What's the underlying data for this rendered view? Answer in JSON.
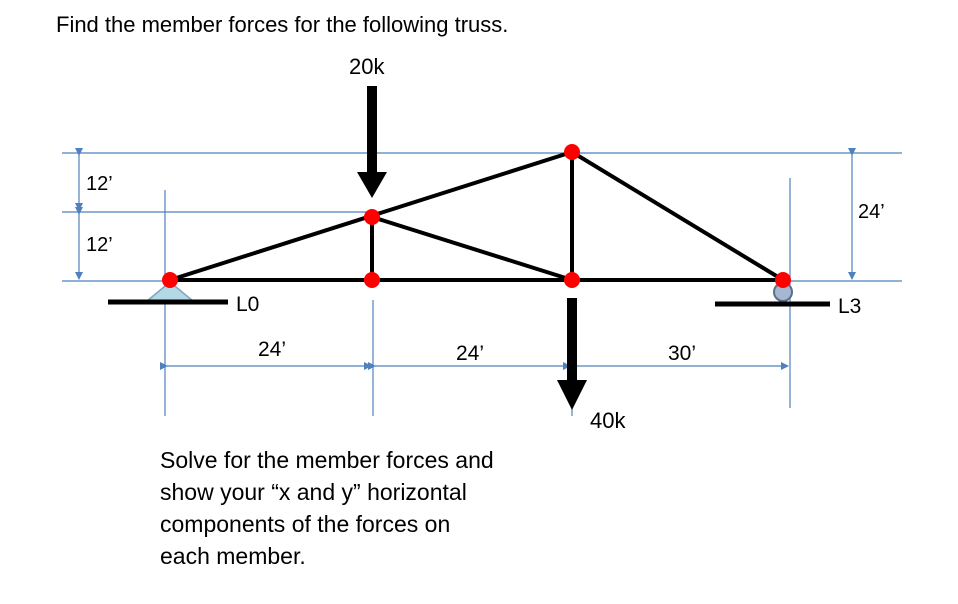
{
  "title": "Find the member forces for the following truss.",
  "loads": {
    "top_load": "20k",
    "bottom_load": "40k"
  },
  "dimensions": {
    "left_upper_height": "12’",
    "left_lower_height": "12’",
    "right_height": "24’",
    "span_1": "24’",
    "span_2": "24’",
    "span_3": "30’"
  },
  "supports": {
    "left_label": "L0",
    "right_label": "L3"
  },
  "instructions": [
    "Solve for the member forces and",
    "show your “x and  y” horizontal",
    "components of the  forces on",
    "each member."
  ],
  "colors": {
    "joint": "#ff0000",
    "member": "#000000",
    "dimension_line": "#4f81bd",
    "pin_support": "#b4d9e6",
    "roller": "#a6b7cf"
  }
}
